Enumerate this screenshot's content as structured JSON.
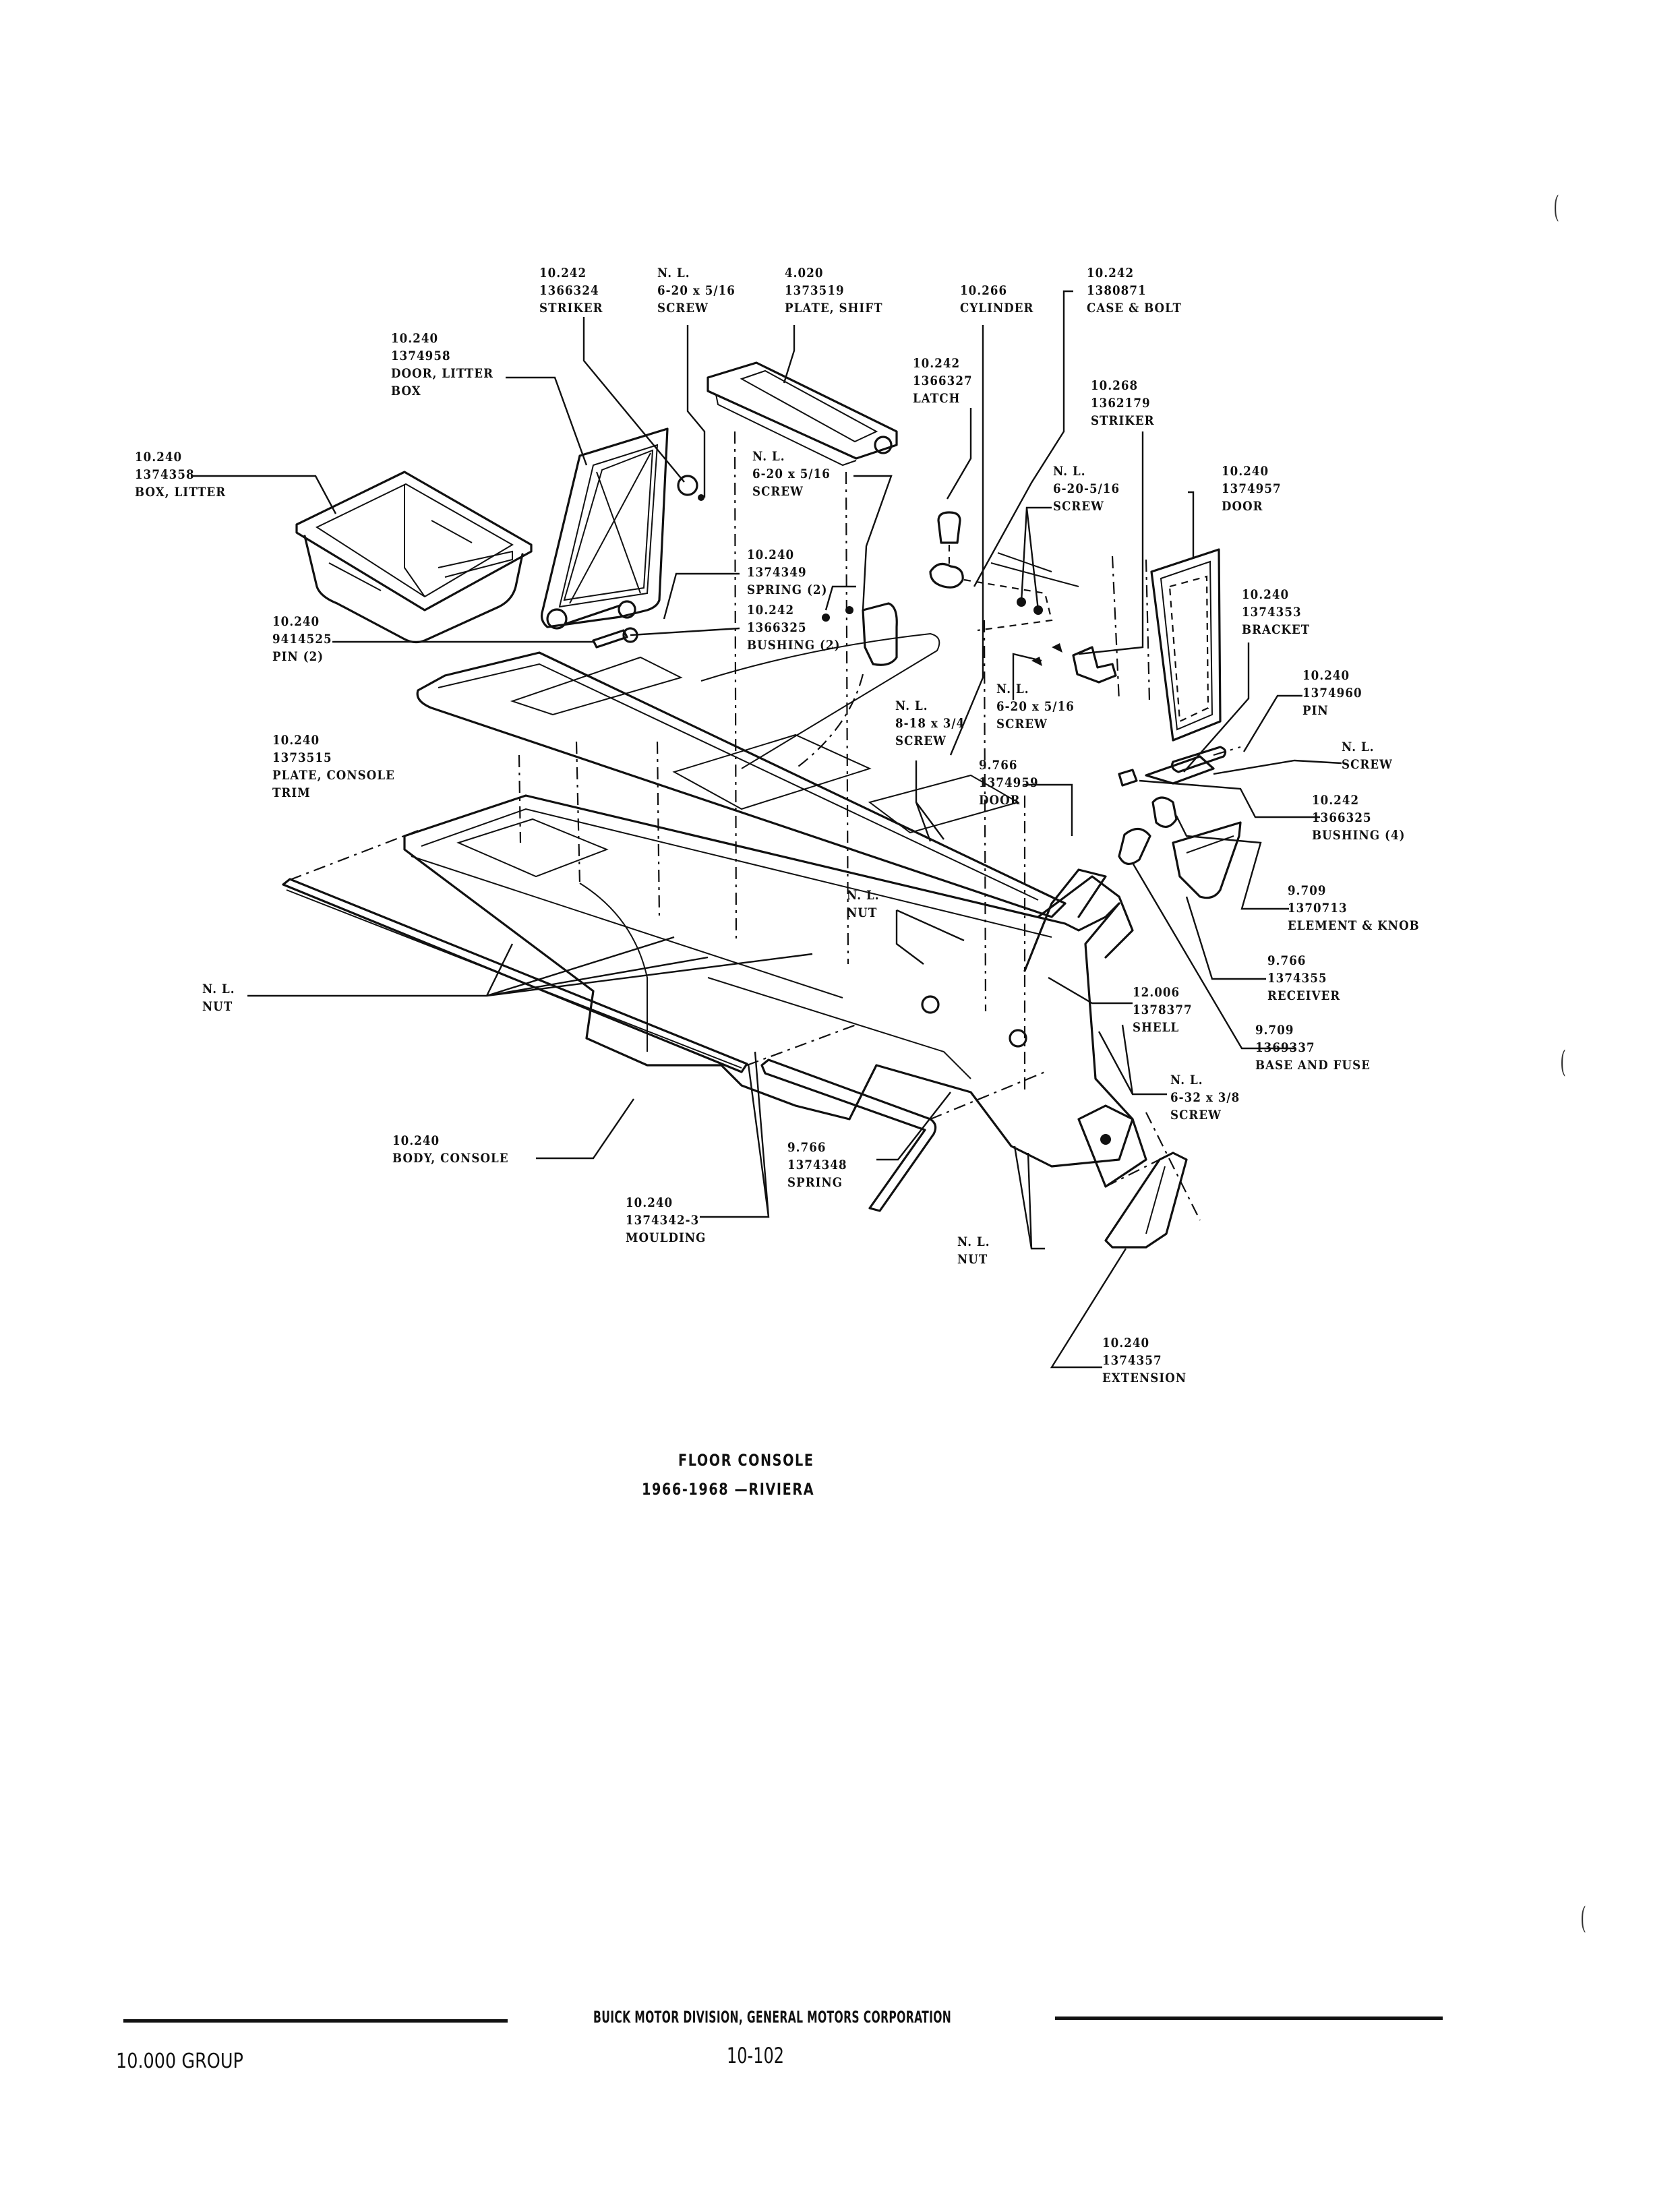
{
  "document": {
    "caption": {
      "title": "FLOOR CONSOLE",
      "subtitle": "1966-1968 —RIVIERA"
    },
    "footer": {
      "publisher": "BUICK MOTOR DIVISION, GENERAL MOTORS CORPORATION",
      "group": "10.000 GROUP",
      "page_number": "10-102"
    }
  },
  "callouts": [
    {
      "id": "striker-top",
      "group": "10.242",
      "part": "1366324",
      "name": "STRIKER"
    },
    {
      "id": "screw-top",
      "group": "N. L.",
      "part": "6-20 x 5/16",
      "name": "SCREW"
    },
    {
      "id": "plate-shift",
      "group": "4.020",
      "part": "1373519",
      "name": "PLATE, SHIFT"
    },
    {
      "id": "cylinder",
      "group": "10.266",
      "part": "",
      "name": "CYLINDER"
    },
    {
      "id": "case-bolt",
      "group": "10.242",
      "part": "1380871",
      "name": "CASE & BOLT"
    },
    {
      "id": "door-litter-box",
      "group": "10.240",
      "part": "1374958",
      "name": "DOOR, LITTER",
      "name2": "BOX"
    },
    {
      "id": "latch",
      "group": "10.242",
      "part": "1366327",
      "name": "LATCH"
    },
    {
      "id": "striker-right",
      "group": "10.268",
      "part": "1362179",
      "name": "STRIKER"
    },
    {
      "id": "box-litter",
      "group": "10.240",
      "part": "1374358",
      "name": "BOX, LITTER"
    },
    {
      "id": "screw-mid",
      "group": "N. L.",
      "part": "6-20 x 5/16",
      "name": "SCREW"
    },
    {
      "id": "screw-6-20-5-16",
      "group": "N. L.",
      "part": "6-20-5/16",
      "name": "SCREW"
    },
    {
      "id": "door-right",
      "group": "10.240",
      "part": "1374957",
      "name": "DOOR"
    },
    {
      "id": "spring-2",
      "group": "10.240",
      "part": "1374349",
      "name": "SPRING (2)"
    },
    {
      "id": "bushing-2",
      "group": "10.242",
      "part": "1366325",
      "name": "BUSHING (2)"
    },
    {
      "id": "pin-2",
      "group": "10.240",
      "part": "9414525",
      "name": "PIN (2)"
    },
    {
      "id": "bracket",
      "group": "10.240",
      "part": "1374353",
      "name": "BRACKET"
    },
    {
      "id": "pin-right",
      "group": "10.240",
      "part": "1374960",
      "name": "PIN"
    },
    {
      "id": "plate-console-trim",
      "group": "10.240",
      "part": "1373515",
      "name": "PLATE, CONSOLE",
      "name2": "TRIM"
    },
    {
      "id": "screw-8-18",
      "group": "N. L.",
      "part": "8-18 x 3/4",
      "name": "SCREW"
    },
    {
      "id": "screw-lower",
      "group": "N. L.",
      "part": "6-20 x 5/16",
      "name": "SCREW"
    },
    {
      "id": "screw-nl-right",
      "group": "N. L.",
      "part": "",
      "name": "SCREW"
    },
    {
      "id": "door-9766",
      "group": "9.766",
      "part": "1374959",
      "name": "DOOR"
    },
    {
      "id": "bushing-4",
      "group": "10.242",
      "part": "1366325",
      "name": "BUSHING (4)"
    },
    {
      "id": "nut-mid",
      "group": "N. L.",
      "part": "",
      "name": "NUT"
    },
    {
      "id": "element-knob",
      "group": "9.709",
      "part": "1370713",
      "name": "ELEMENT & KNOB"
    },
    {
      "id": "nut-left",
      "group": "N. L.",
      "part": "",
      "name": "NUT"
    },
    {
      "id": "receiver",
      "group": "9.766",
      "part": "1374355",
      "name": "RECEIVER"
    },
    {
      "id": "shell",
      "group": "12.006",
      "part": "1378377",
      "name": "SHELL"
    },
    {
      "id": "base-fuse",
      "group": "9.709",
      "part": "1369337",
      "name": "BASE AND FUSE"
    },
    {
      "id": "screw-6-32",
      "group": "N. L.",
      "part": "6-32 x 3/8",
      "name": "SCREW"
    },
    {
      "id": "body-console",
      "group": "10.240",
      "part": "",
      "name": "BODY, CONSOLE"
    },
    {
      "id": "spring-9766",
      "group": "9.766",
      "part": "1374348",
      "name": "SPRING"
    },
    {
      "id": "moulding",
      "group": "10.240",
      "part": "1374342-3",
      "name": "MOULDING"
    },
    {
      "id": "nut-lower",
      "group": "N. L.",
      "part": "",
      "name": "NUT"
    },
    {
      "id": "extension",
      "group": "10.240",
      "part": "1374357",
      "name": "EXTENSION"
    }
  ]
}
